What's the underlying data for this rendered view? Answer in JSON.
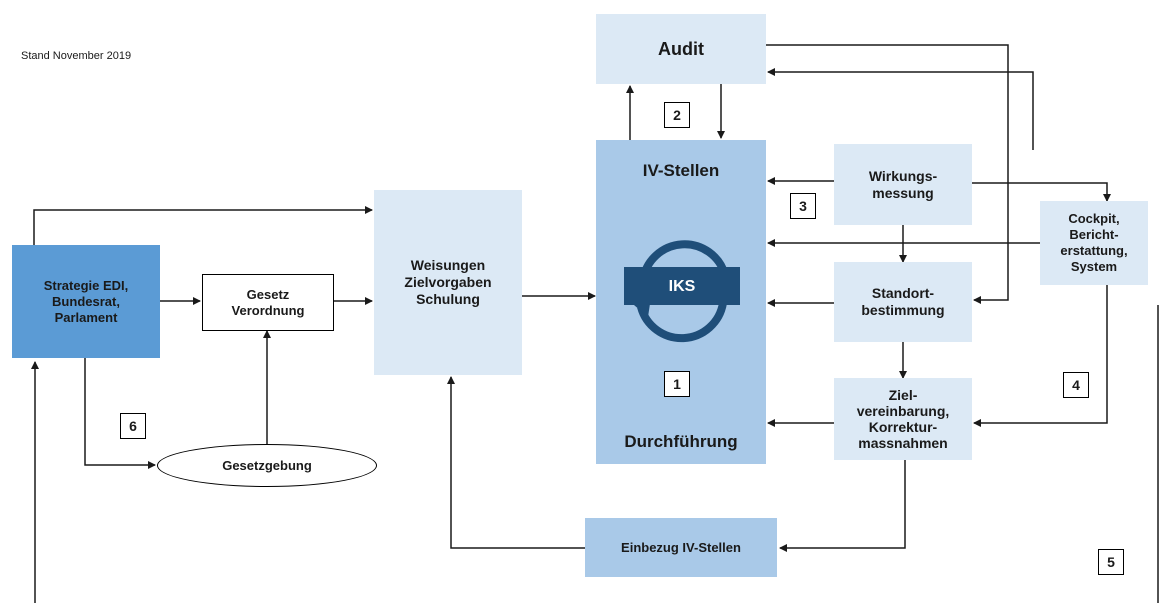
{
  "header": {
    "stand": "Stand November  2019"
  },
  "boxes": {
    "audit": "Audit",
    "iv_stellen": "IV-Stellen",
    "iks": "IKS",
    "durchfuehrung": "Durchführung",
    "wirkungsmessung": "Wirkungs-\nmessung",
    "cockpit": "Cockpit,\nBericht-\nerstattung,\nSystem",
    "standort": "Standort-\nbestimmung",
    "ziel": "Ziel-\nvereinbarung,\nKorrektur-\nmassnahmen",
    "weisungen": "Weisungen\nZielvorgaben\nSchulung",
    "strategie": "Strategie EDI,\nBundesrat,\nParlament",
    "gesetz": "Gesetz\nVerordnung",
    "gesetzgebung": "Gesetzgebung",
    "einbezug": "Einbezug IV-Stellen"
  },
  "markers": [
    "1",
    "2",
    "3",
    "4",
    "5",
    "6"
  ],
  "colors": {
    "light": "#dce9f5",
    "mid": "#a9c9e8",
    "dark": "#5b9bd5",
    "iks_band": "#1f4e79"
  }
}
